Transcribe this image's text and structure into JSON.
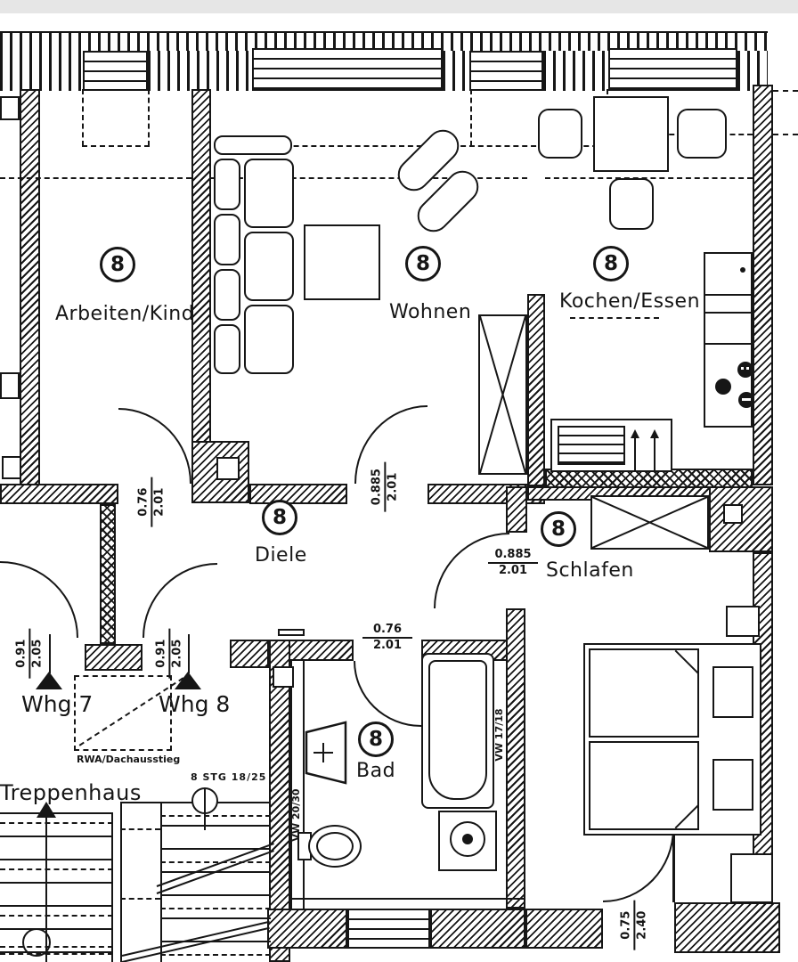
{
  "colors": {
    "ink": "#161616",
    "paper": "#ffffff"
  },
  "unit": {
    "number": "8"
  },
  "rooms": [
    {
      "key": "arbeiten-kind",
      "number": "8",
      "label": "Arbeiten/Kind"
    },
    {
      "key": "wohnen",
      "number": "8",
      "label": "Wohnen"
    },
    {
      "key": "kochen-essen",
      "number": "8",
      "label": "Kochen/Essen"
    },
    {
      "key": "diele",
      "number": "8",
      "label": "Diele"
    },
    {
      "key": "schlafen",
      "number": "8",
      "label": "Schlafen"
    },
    {
      "key": "bad",
      "number": "8",
      "label": "Bad"
    }
  ],
  "door_dims": [
    {
      "key": "arbeiten-door",
      "num": "0.76",
      "den": "2.01"
    },
    {
      "key": "wohnen-door",
      "num": "0.885",
      "den": "2.01"
    },
    {
      "key": "schlafen-door",
      "num": "0.885",
      "den": "2.01"
    },
    {
      "key": "bad-door",
      "num": "0.76",
      "den": "2.01"
    },
    {
      "key": "whg7-door",
      "num": "0.91",
      "den": "2.05"
    },
    {
      "key": "whg8-door",
      "num": "0.91",
      "den": "2.05"
    },
    {
      "key": "balcony-door",
      "num": "0.75",
      "den": "2.40"
    }
  ],
  "annotations": {
    "treppenhaus": "Treppenhaus",
    "whg7": "Whg 7",
    "whg8": "Whg 8",
    "rwa": "RWA/Dachausstieg",
    "stairs_note": "8 STG 18/25",
    "vw_stairwell": "VW 20/30",
    "vw_bath": "VW 17/18"
  }
}
